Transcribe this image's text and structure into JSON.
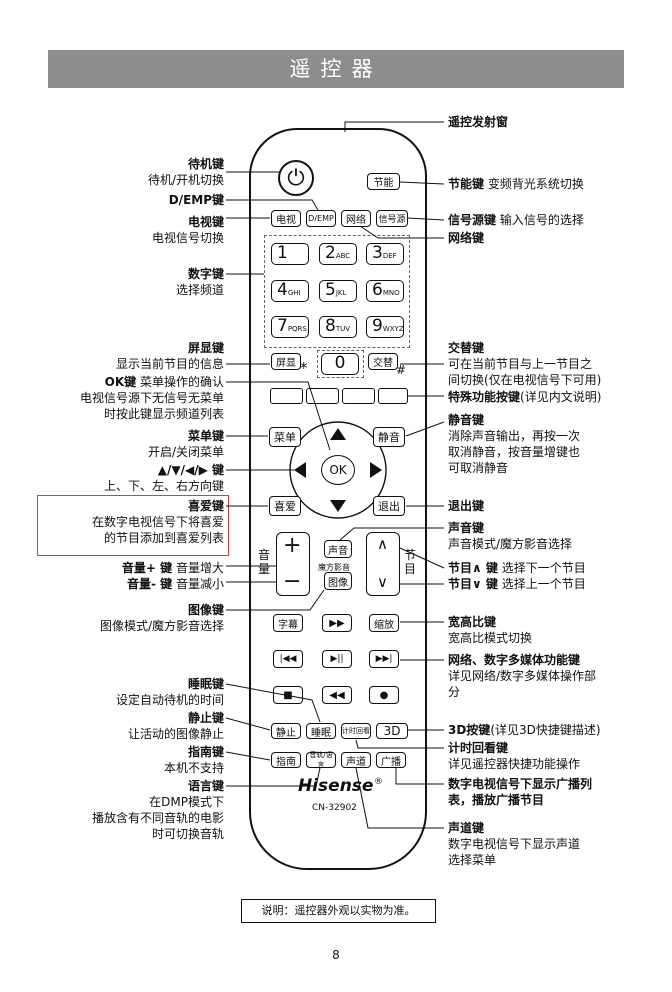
{
  "title": "遥控器",
  "page_number": "8",
  "note": "说明：遥控器外观以实物为准。",
  "remote": {
    "power": "⏻",
    "energy": "节能",
    "tv": "电视",
    "demp": "D/EMP",
    "network": "网络",
    "source": "信号源",
    "numbers": [
      {
        "d": "1",
        "s": ""
      },
      {
        "d": "2",
        "s": "ABC"
      },
      {
        "d": "3",
        "s": "DEF"
      },
      {
        "d": "4",
        "s": "GHI"
      },
      {
        "d": "5",
        "s": "JKL"
      },
      {
        "d": "6",
        "s": "MNO"
      },
      {
        "d": "7",
        "s": "PQRS"
      },
      {
        "d": "8",
        "s": "TUV"
      },
      {
        "d": "9",
        "s": "WXYZ"
      }
    ],
    "display": "屏显",
    "star": "*",
    "zero": "0",
    "swap": "交替",
    "hash": "#",
    "menu": "菜单",
    "mute": "静音",
    "ok": "OK",
    "favorite": "喜爱",
    "exit": "退出",
    "sound": "声音",
    "sound_sub": "魔方影音",
    "picture": "图像",
    "vol_label": "音量",
    "plus": "+",
    "minus": "−",
    "prog_label": "节目",
    "up": "∧",
    "down": "∨",
    "subtitle": "字幕",
    "ff": "▶▶",
    "zoom": "缩放",
    "prev": "|◀◀",
    "playpause": "▶||",
    "next": "▶▶|",
    "stop": "■",
    "rew": "◀◀",
    "rec": "●",
    "still": "静止",
    "sleep": "睡眠",
    "timeback": "计时回看",
    "three_d": "3D",
    "guide": "指南",
    "lang": "音轨/语言",
    "channel": "声道",
    "broadcast": "广播",
    "brand": "Hisense",
    "reg": "®",
    "model": "CN-32902"
  },
  "labels_left": [
    {
      "id": "standby",
      "bold": "待机键",
      "text": "待机/开机切换"
    },
    {
      "id": "demp",
      "bold": "D/EMP键",
      "text": ""
    },
    {
      "id": "tv",
      "bold": "电视键",
      "text": "电视信号切换"
    },
    {
      "id": "numeric",
      "bold": "数字键",
      "text": "选择频道"
    },
    {
      "id": "display",
      "bold": "屏显键",
      "text": "显示当前节目的信息"
    },
    {
      "id": "ok",
      "bold": "OK键",
      "text": "菜单操作的确认"
    },
    {
      "id": "ok2",
      "bold": "",
      "text": "电视信号源下无信号无菜单"
    },
    {
      "id": "ok3",
      "bold": "",
      "text": "时按此键显示频道列表"
    },
    {
      "id": "menu",
      "bold": "菜单键",
      "text": "开启/关闭菜单"
    },
    {
      "id": "arrows",
      "bold": "▲/▼/◀/▶ 键",
      "text": "上、下、左、右方向键"
    },
    {
      "id": "favorite",
      "bold": "喜爱键",
      "text": "在数字电视信号下将喜爱"
    },
    {
      "id": "favorite2",
      "bold": "",
      "text": "的节目添加到喜爱列表"
    },
    {
      "id": "volup",
      "bold": "音量+ 键",
      "text": "音量增大"
    },
    {
      "id": "voldown",
      "bold": "音量- 键",
      "text": "音量减小"
    },
    {
      "id": "picture",
      "bold": "图像键",
      "text": "图像模式/魔方影音选择"
    },
    {
      "id": "sleep",
      "bold": "睡眠键",
      "text": "设定自动待机的时间"
    },
    {
      "id": "still",
      "bold": "静止键",
      "text": "让活动的图像静止"
    },
    {
      "id": "guide",
      "bold": "指南键",
      "text": "本机不支持"
    },
    {
      "id": "lang",
      "bold": "语言键",
      "text": "在DMP模式下"
    },
    {
      "id": "lang2",
      "bold": "",
      "text": "播放含有不同音轨的电影"
    },
    {
      "id": "lang3",
      "bold": "",
      "text": "时可切换音轨"
    }
  ],
  "labels_right": [
    {
      "id": "ir",
      "bold": "遥控发射窗",
      "text": ""
    },
    {
      "id": "energy",
      "bold": "节能键",
      "text": "变频背光系统切换"
    },
    {
      "id": "source",
      "bold": "信号源键",
      "text": "输入信号的选择"
    },
    {
      "id": "network",
      "bold": "网络键",
      "text": ""
    },
    {
      "id": "swap",
      "bold": "交替键",
      "text": ""
    },
    {
      "id": "swap2",
      "bold": "",
      "text": "可在当前节目与上一节目之"
    },
    {
      "id": "swap3",
      "bold": "",
      "text": "间切换(仅在电视信号下可用)"
    },
    {
      "id": "special",
      "bold": "特殊功能按键",
      "text": "(详见内文说明)"
    },
    {
      "id": "mute",
      "bold": "静音键",
      "text": ""
    },
    {
      "id": "mute2",
      "bold": "",
      "text": "消除声音输出，再按一次"
    },
    {
      "id": "mute3",
      "bold": "",
      "text": "取消静音，按音量增键也"
    },
    {
      "id": "mute4",
      "bold": "",
      "text": "可取消静音"
    },
    {
      "id": "exit",
      "bold": "退出键",
      "text": ""
    },
    {
      "id": "sound",
      "bold": "声音键",
      "text": ""
    },
    {
      "id": "sound2",
      "bold": "",
      "text": "声音模式/魔方影音选择"
    },
    {
      "id": "progup",
      "bold": "节目∧ 键",
      "text": "选择下一个节目"
    },
    {
      "id": "progdown",
      "bold": "节目∨ 键",
      "text": "选择上一个节目"
    },
    {
      "id": "aspect",
      "bold": "宽高比键",
      "text": ""
    },
    {
      "id": "aspect2",
      "bold": "",
      "text": "宽高比模式切换"
    },
    {
      "id": "media",
      "bold": "网络、数字多媒体功能键",
      "text": ""
    },
    {
      "id": "media2",
      "bold": "",
      "text": "详见网络/数字多媒体操作部"
    },
    {
      "id": "media3",
      "bold": "",
      "text": "分"
    },
    {
      "id": "threed",
      "bold": "3D按键",
      "text": "(详见3D快捷键描述)"
    },
    {
      "id": "timeback",
      "bold": "计时回看键",
      "text": ""
    },
    {
      "id": "timeback2",
      "bold": "",
      "text": "详见遥控器快捷功能操作"
    },
    {
      "id": "broadcast",
      "bold": "数字电视信号下显示广播列",
      "text": ""
    },
    {
      "id": "broadcast2",
      "bold": "表，播放广播节目",
      "text": ""
    },
    {
      "id": "channel",
      "bold": "声道键",
      "text": ""
    },
    {
      "id": "channel2",
      "bold": "",
      "text": "数字电视信号下显示声道"
    },
    {
      "id": "channel3",
      "bold": "",
      "text": "选择菜单"
    }
  ]
}
